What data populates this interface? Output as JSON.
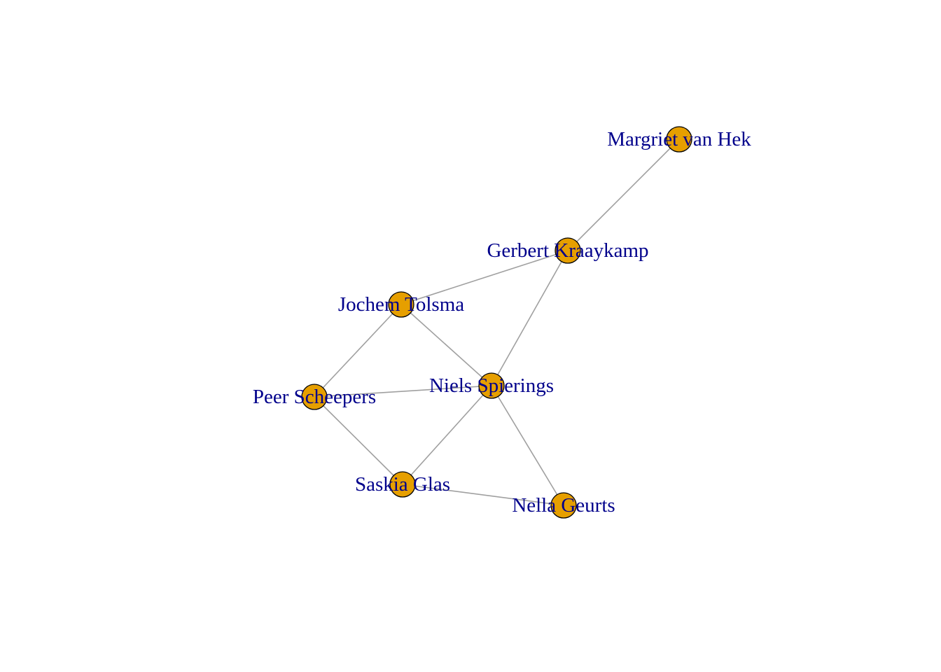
{
  "graph": {
    "nodes": [
      {
        "id": "margriet",
        "label": "Margriet van Hek"
      },
      {
        "id": "gerbert",
        "label": "Gerbert Kraaykamp"
      },
      {
        "id": "jochem",
        "label": "Jochem Tolsma"
      },
      {
        "id": "niels",
        "label": "Niels Spierings"
      },
      {
        "id": "peer",
        "label": "Peer Scheepers"
      },
      {
        "id": "saskia",
        "label": "Saskia Glas"
      },
      {
        "id": "nella",
        "label": "Nella Geurts"
      }
    ],
    "edges": [
      [
        "margriet",
        "gerbert"
      ],
      [
        "gerbert",
        "jochem"
      ],
      [
        "gerbert",
        "niels"
      ],
      [
        "jochem",
        "peer"
      ],
      [
        "jochem",
        "niels"
      ],
      [
        "peer",
        "niels"
      ],
      [
        "peer",
        "saskia"
      ],
      [
        "niels",
        "saskia"
      ],
      [
        "niels",
        "nella"
      ],
      [
        "saskia",
        "nella"
      ]
    ],
    "colors": {
      "node_fill": "#E69F00",
      "node_stroke": "#000000",
      "edge": "#A0A0A0",
      "label": "#00008B"
    }
  }
}
